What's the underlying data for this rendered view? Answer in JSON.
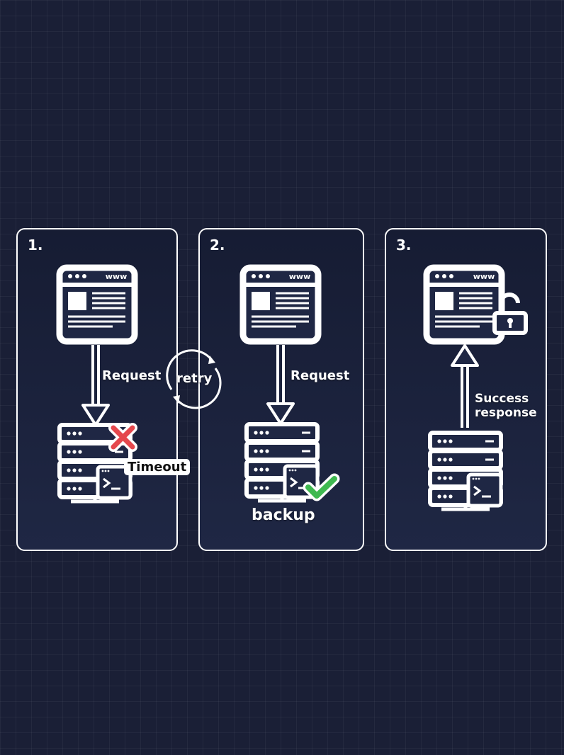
{
  "steps": [
    {
      "number": "1.",
      "arrow_label": "Request",
      "status_label": "Timeout",
      "status_icon": "x-mark-icon",
      "status_color": "#e5484d"
    },
    {
      "number": "2.",
      "arrow_label": "Request",
      "server_label": "backup",
      "status_icon": "checkmark-icon",
      "status_color": "#3fb950"
    },
    {
      "number": "3.",
      "arrow_label_line1": "Success",
      "arrow_label_line2": "response",
      "lock_icon": "unlocked-padlock-icon"
    }
  ],
  "retry": {
    "label": "retry",
    "icon": "circular-arrows-icon"
  },
  "browser_window": {
    "url_text": "www"
  },
  "colors": {
    "background": "#1a1f36",
    "stroke": "#ffffff",
    "error": "#e5484d",
    "success": "#3fb950"
  }
}
